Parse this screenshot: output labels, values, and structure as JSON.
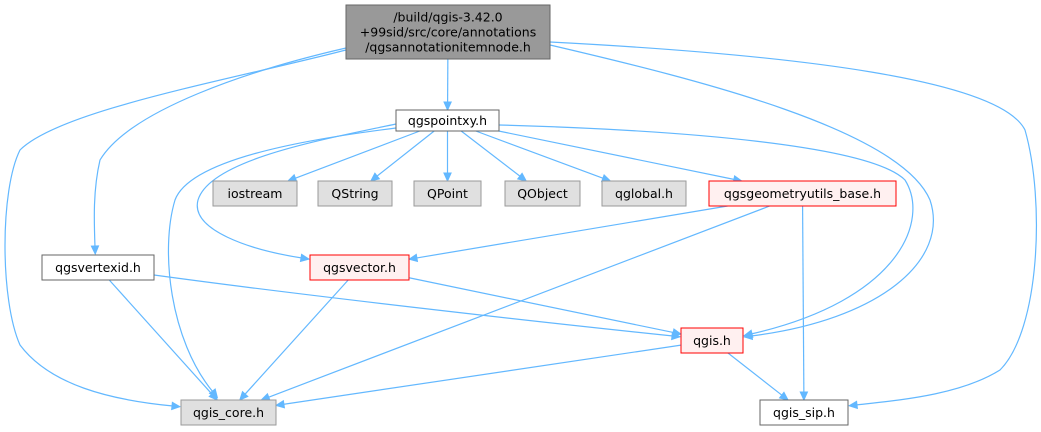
{
  "colors": {
    "edge": "#63b8ff",
    "root_fill": "#999999",
    "root_stroke": "#666666",
    "normal_fill": "#ffffff",
    "normal_stroke": "#666666",
    "external_fill": "#e0e0e0",
    "external_stroke": "#999999",
    "truncated_fill": "#fff0f0",
    "truncated_stroke": "#ff0000",
    "text": "#000000"
  },
  "nodes": {
    "root": {
      "lines": [
        "/build/qgis-3.42.0",
        "+99sid/src/core/annotations",
        "/qgsannotationitemnode.h"
      ],
      "kind": "root"
    },
    "qgspointxy": {
      "lines": [
        "qgspointxy.h"
      ],
      "kind": "normal"
    },
    "iostream": {
      "lines": [
        "iostream"
      ],
      "kind": "external"
    },
    "qstring": {
      "lines": [
        "QString"
      ],
      "kind": "external"
    },
    "qpoint": {
      "lines": [
        "QPoint"
      ],
      "kind": "external"
    },
    "qobject": {
      "lines": [
        "QObject"
      ],
      "kind": "external"
    },
    "qglobal": {
      "lines": [
        "qglobal.h"
      ],
      "kind": "external"
    },
    "qgsgeometryutils_base": {
      "lines": [
        "qgsgeometryutils_base.h"
      ],
      "kind": "truncated"
    },
    "qgsvertexid": {
      "lines": [
        "qgsvertexid.h"
      ],
      "kind": "normal"
    },
    "qgsvector": {
      "lines": [
        "qgsvector.h"
      ],
      "kind": "truncated"
    },
    "qgis": {
      "lines": [
        "qgis.h"
      ],
      "kind": "truncated"
    },
    "qgis_core": {
      "lines": [
        "qgis_core.h"
      ],
      "kind": "external"
    },
    "qgis_sip": {
      "lines": [
        "qgis_sip.h"
      ],
      "kind": "normal"
    }
  },
  "edges": [
    [
      "root",
      "qgspointxy"
    ],
    [
      "root",
      "qgsvertexid"
    ],
    [
      "root",
      "qgis_core"
    ],
    [
      "root",
      "qgis"
    ],
    [
      "root",
      "qgis_sip"
    ],
    [
      "qgspointxy",
      "iostream"
    ],
    [
      "qgspointxy",
      "qstring"
    ],
    [
      "qgspointxy",
      "qpoint"
    ],
    [
      "qgspointxy",
      "qobject"
    ],
    [
      "qgspointxy",
      "qglobal"
    ],
    [
      "qgspointxy",
      "qgsgeometryutils_base"
    ],
    [
      "qgspointxy",
      "qgsvector"
    ],
    [
      "qgspointxy",
      "qgis"
    ],
    [
      "qgspointxy",
      "qgis_core"
    ],
    [
      "qgsgeometryutils_base",
      "qgsvector"
    ],
    [
      "qgsgeometryutils_base",
      "qgis_core"
    ],
    [
      "qgsgeometryutils_base",
      "qgis_sip"
    ],
    [
      "qgsvertexid",
      "qgis"
    ],
    [
      "qgsvertexid",
      "qgis_core"
    ],
    [
      "qgsvector",
      "qgis"
    ],
    [
      "qgsvector",
      "qgis_core"
    ],
    [
      "qgis",
      "qgis_core"
    ],
    [
      "qgis",
      "qgis_sip"
    ]
  ]
}
